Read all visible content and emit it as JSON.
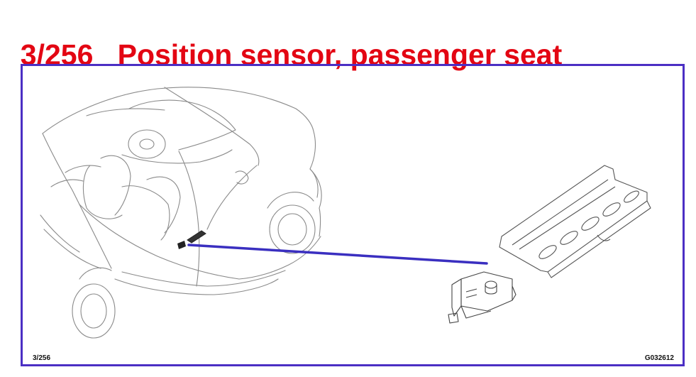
{
  "header": {
    "number": "3/256",
    "title": "Position sensor, passenger seat",
    "color": "#e30613"
  },
  "frame": {
    "border_color": "#4b2fc4",
    "figure_number": "3/256",
    "image_code": "G032612"
  },
  "illustration": {
    "line_color": "#8a8a8a",
    "pointer_color": "#3a2fc0"
  }
}
